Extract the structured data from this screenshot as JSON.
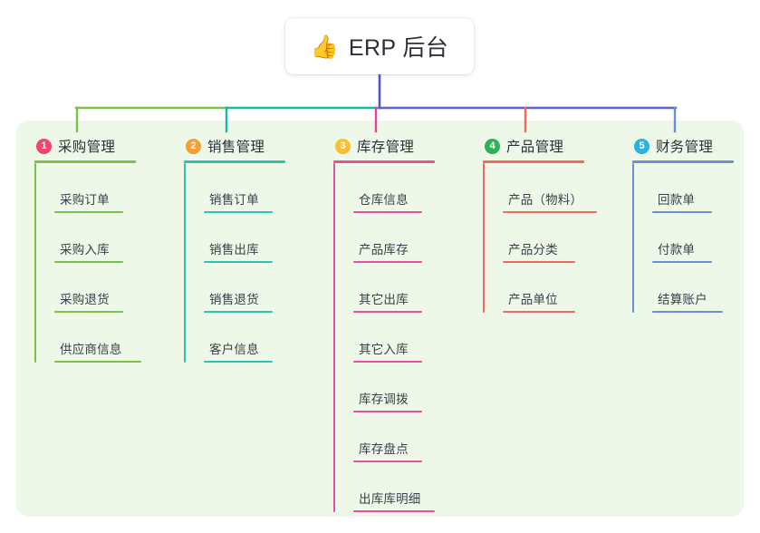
{
  "root": {
    "icon": "thumbs-up-icon",
    "emoji": "👍",
    "title": "ERP 后台"
  },
  "panel": {
    "background": "#eef8e9"
  },
  "connector_colors": {
    "center_stem": "#4b58c4",
    "left_segment": "#7cc14a",
    "mid_segment": "#17b8a6",
    "right_segment": "#5a62c8",
    "drop_col1": "#7cc14a",
    "drop_col2": "#17b8a6",
    "drop_col3": "#e8449b",
    "drop_col4": "#f4685f",
    "drop_col5": "#6b8ed6"
  },
  "columns": [
    {
      "index": "1",
      "title": "采购管理",
      "badge_color": "#f2456b",
      "line_color": "#7cc14a",
      "rule_width": 112,
      "items": [
        {
          "label": "采购订单",
          "rule_width": 76
        },
        {
          "label": "采购入库",
          "rule_width": 76
        },
        {
          "label": "采购退货",
          "rule_width": 76
        },
        {
          "label": "供应商信息",
          "rule_width": 96
        }
      ]
    },
    {
      "index": "2",
      "title": "销售管理",
      "badge_color": "#f5a033",
      "line_color": "#2fc2b4",
      "rule_width": 112,
      "items": [
        {
          "label": "销售订单",
          "rule_width": 76
        },
        {
          "label": "销售出库",
          "rule_width": 76
        },
        {
          "label": "销售退货",
          "rule_width": 76
        },
        {
          "label": "客户信息",
          "rule_width": 76
        }
      ]
    },
    {
      "index": "3",
      "title": "库存管理",
      "badge_color": "#fac02e",
      "line_color": "#ea4e9e",
      "rule_width": 112,
      "items": [
        {
          "label": "仓库信息",
          "rule_width": 76
        },
        {
          "label": "产品库存",
          "rule_width": 76
        },
        {
          "label": "其它出库",
          "rule_width": 76
        },
        {
          "label": "其它入库",
          "rule_width": 76
        },
        {
          "label": "库存调拨",
          "rule_width": 76
        },
        {
          "label": "库存盘点",
          "rule_width": 76
        },
        {
          "label": "出库库明细",
          "rule_width": 90
        }
      ]
    },
    {
      "index": "4",
      "title": "产品管理",
      "badge_color": "#2eb457",
      "line_color": "#f4685f",
      "rule_width": 112,
      "items": [
        {
          "label": "产品（物料）",
          "rule_width": 104
        },
        {
          "label": "产品分类",
          "rule_width": 80
        },
        {
          "label": "产品单位",
          "rule_width": 80
        }
      ]
    },
    {
      "index": "5",
      "title": "财务管理",
      "badge_color": "#29b3e3",
      "line_color": "#6b8ed6",
      "rule_width": 112,
      "items": [
        {
          "label": "回款单",
          "rule_width": 66
        },
        {
          "label": "付款单",
          "rule_width": 66
        },
        {
          "label": "结算账户",
          "rule_width": 78
        }
      ]
    }
  ]
}
